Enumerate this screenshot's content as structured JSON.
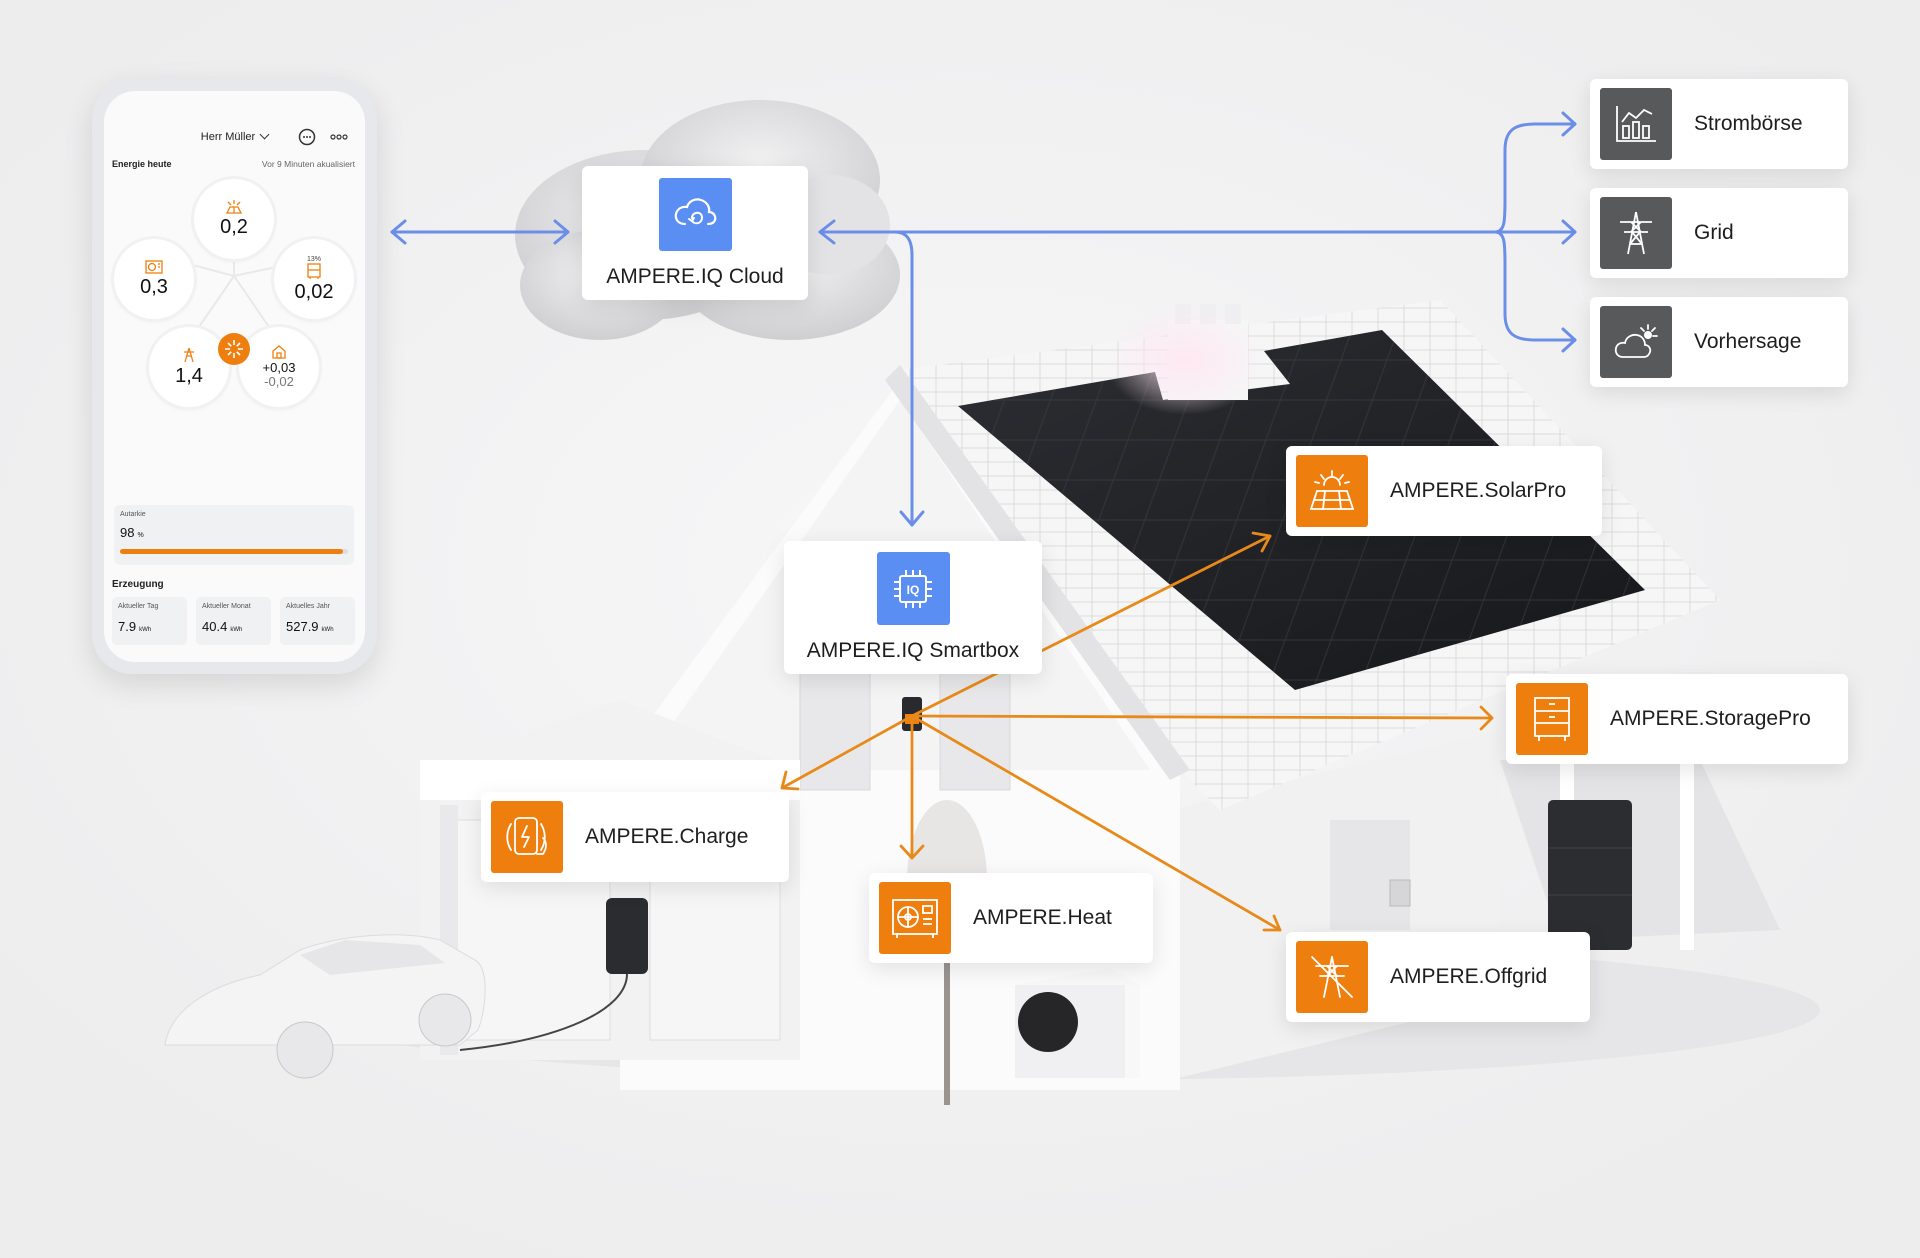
{
  "colors": {
    "orange": "#ee7f0f",
    "blue": "#5b8ef2",
    "grey": "#58595b",
    "line_blue": "#6b8fe8",
    "line_orange": "#e88a1a"
  },
  "phone": {
    "user_name": "Herr Müller",
    "section_title": "Energie heute",
    "updated_text": "Vor 9 Minuten akualisiert",
    "bubbles": {
      "solar": "0,2",
      "consumption": "0,3",
      "battery_percent": "13%",
      "battery": "0,02",
      "grid": "1,4",
      "house_plus": "+0,03",
      "house_minus": "-0,02"
    },
    "autarkie": {
      "label": "Autarkie",
      "value": "98",
      "unit": "%",
      "level_percent": 98
    },
    "production": {
      "title": "Erzeugung",
      "stats": [
        {
          "label": "Aktueller Tag",
          "value": "7.9",
          "unit": "kWh"
        },
        {
          "label": "Aktueller Monat",
          "value": "40.4",
          "unit": "kWh"
        },
        {
          "label": "Aktuelles Jahr",
          "value": "527.9",
          "unit": "kWh"
        }
      ]
    }
  },
  "nodes": {
    "cloud": {
      "label": "AMPERE.IQ Cloud",
      "icon": "cloud-sync-icon"
    },
    "smartbox": {
      "label": "AMPERE.IQ Smartbox",
      "icon": "iq-chip-icon"
    },
    "stromboerse": {
      "label": "Strombörse",
      "icon": "bar-chart-icon"
    },
    "grid": {
      "label": "Grid",
      "icon": "power-pylon-icon"
    },
    "vorhersage": {
      "label": "Vorhersage",
      "icon": "weather-icon"
    },
    "solarpro": {
      "label": "AMPERE.SolarPro",
      "icon": "solar-panel-icon"
    },
    "storagepro": {
      "label": "AMPERE.StoragePro",
      "icon": "battery-cabinet-icon"
    },
    "charge": {
      "label": "AMPERE.Charge",
      "icon": "ev-charger-icon"
    },
    "heat": {
      "label": "AMPERE.Heat",
      "icon": "heat-pump-icon"
    },
    "offgrid": {
      "label": "AMPERE.Offgrid",
      "icon": "offgrid-pylon-icon"
    }
  }
}
